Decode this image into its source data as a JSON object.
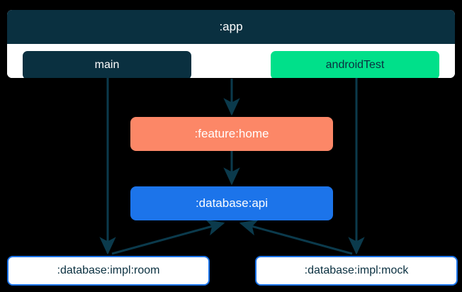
{
  "diagram": {
    "type": "module-dependency-graph",
    "background_color": "#000000",
    "edge_color": "#0b3a4c",
    "app": {
      "title": ":app",
      "header_color": "#0a3040",
      "body_color": "#ffffff",
      "source_sets": [
        {
          "label": "main",
          "color": "#0a3040",
          "text_color": "#ffffff"
        },
        {
          "label": "androidTest",
          "color": "#00e08a",
          "text_color": "#0a3040"
        }
      ]
    },
    "nodes": [
      {
        "label": ":feature:home",
        "fill": "#fc8767",
        "text_color": "#ffffff",
        "style": "filled"
      },
      {
        "label": ":database:api",
        "fill": "#1c74ea",
        "text_color": "#ffffff",
        "style": "filled"
      },
      {
        "label": ":database:impl:room",
        "fill": "#ffffff",
        "border": "#1c74ea",
        "text_color": "#0a3040",
        "style": "outlined"
      },
      {
        "label": ":database:impl:mock",
        "fill": "#ffffff",
        "border": "#1c74ea",
        "text_color": "#0a3040",
        "style": "outlined"
      }
    ],
    "edges": [
      {
        "from": "main",
        "to": ":database:impl:room",
        "shape": "vertical"
      },
      {
        "from": ":app",
        "to": ":feature:home",
        "shape": "vertical"
      },
      {
        "from": "androidTest",
        "to": ":database:impl:mock",
        "shape": "vertical"
      },
      {
        "from": ":feature:home",
        "to": ":database:api",
        "shape": "vertical"
      },
      {
        "from": ":database:impl:room",
        "to": ":database:api",
        "shape": "diagonal"
      },
      {
        "from": ":database:impl:mock",
        "to": ":database:api",
        "shape": "diagonal"
      }
    ]
  }
}
